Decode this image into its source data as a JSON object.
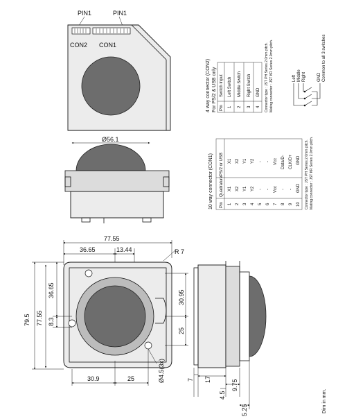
{
  "top_view": {
    "pin1_left": "PIN1",
    "pin1_right": "PIN1",
    "con2": "CON2",
    "con1": "CON1"
  },
  "side_view": {
    "diameter": "Ø56.1"
  },
  "front_view": {
    "width_overall": "77.55",
    "offset_a": "36.65",
    "offset_b": "13.44",
    "radius": "R 7",
    "height_overall": "79.5",
    "height_inner": "77.55",
    "height_a": "36.65",
    "height_b": "8.3",
    "right_a": "30.95",
    "right_b": "25",
    "bottom_a": "30.9",
    "bottom_b": "25",
    "holes": "Ø4.5(3x)"
  },
  "profile_view": {
    "d7": "7",
    "d17": "17",
    "d9_75": "9.75",
    "d4_5": "4.5",
    "d5_25": "5.25"
  },
  "con2_table": {
    "title": "4 way connector (CON2)",
    "subtitle": "For PS/2 & USB only",
    "head_pin": "Pin",
    "head_signal": "Switch Input",
    "rows": [
      {
        "pin": "1",
        "signal": "Left Switch"
      },
      {
        "pin": "2",
        "signal": "Middle Switch"
      },
      {
        "pin": "3",
        "signal": "Right Switch"
      },
      {
        "pin": "4",
        "signal": "GND"
      }
    ],
    "note1": "Connector type : JST PH Series 2.0mm pitch.",
    "note2": "Mating connector : JST KR Series 2.0mm pitch."
  },
  "switch_diagram": {
    "left": "Left",
    "middle": "Middle",
    "right": "Right",
    "gnd": "GND",
    "common": "Common to all 3 switches"
  },
  "con1_table": {
    "title": "10 way connector (CON1)",
    "head_pin": "Pin",
    "head_quad": "Quadrature",
    "head_ps2": "PS/2 or USB",
    "rows": [
      {
        "pin": "1",
        "quad": "X1",
        "ps2": "X1"
      },
      {
        "pin": "2",
        "quad": "X2",
        "ps2": "X2"
      },
      {
        "pin": "3",
        "quad": "Y1",
        "ps2": "Y1"
      },
      {
        "pin": "4",
        "quad": "Y2",
        "ps2": "Y2"
      },
      {
        "pin": "5",
        "quad": "-",
        "ps2": "-"
      },
      {
        "pin": "6",
        "quad": "-",
        "ps2": "-"
      },
      {
        "pin": "7",
        "quad": "Vcc",
        "ps2": "Vcc"
      },
      {
        "pin": "8",
        "quad": "-",
        "ps2": "Data/D-"
      },
      {
        "pin": "9",
        "quad": "-",
        "ps2": "CLK/D+"
      },
      {
        "pin": "10",
        "quad": "GND",
        "ps2": "GND"
      }
    ],
    "note1": "Connector type : JST PH Series 2.0mm pitch.",
    "note2": "Mating connector : JST KR Series 2.0mm pitch."
  },
  "footer": {
    "units": "Dim in mm."
  }
}
